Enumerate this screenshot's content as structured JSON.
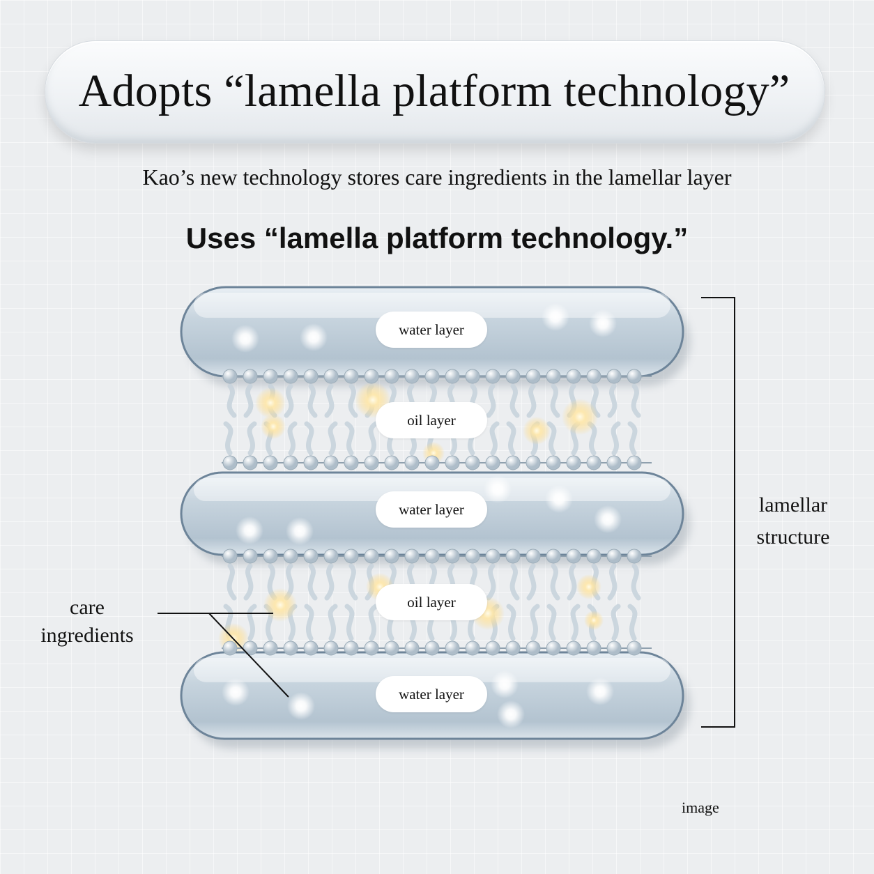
{
  "title": "Adopts “lamella platform technology”",
  "subtitle": "Kao’s new technology stores care ingredients in the lamellar layer",
  "heading": "Uses “lamella platform technology.”",
  "diagram": {
    "layers": [
      {
        "type": "water",
        "label": "water layer"
      },
      {
        "type": "oil",
        "label": "oil layer"
      },
      {
        "type": "water",
        "label": "water layer"
      },
      {
        "type": "oil",
        "label": "oil layer"
      },
      {
        "type": "water",
        "label": "water layer"
      }
    ],
    "bracket_label_line1": "lamellar",
    "bracket_label_line2": "structure",
    "pointer_label_line1": "care",
    "pointer_label_line2": "ingredients",
    "caption": "image"
  },
  "colors": {
    "background": "#eceef0",
    "water_capsule": "#c9d6e0",
    "capsule_edge": "#6d8499",
    "lipid": "#c8d3dc",
    "glow_water": "#ffffff",
    "glow_oil": "#ffe7a8"
  }
}
